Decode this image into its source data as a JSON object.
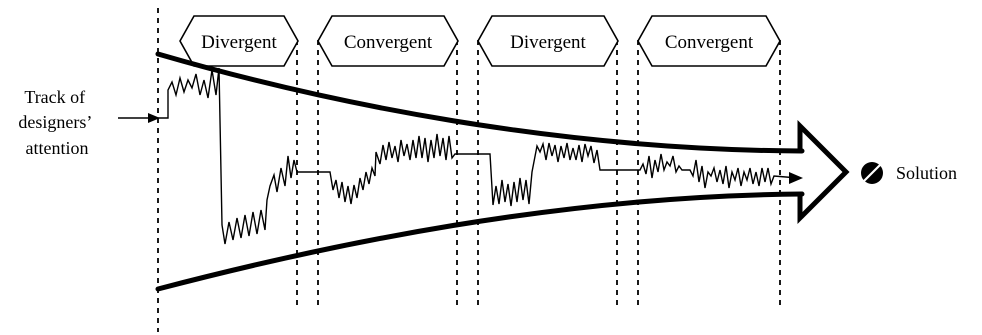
{
  "diagram": {
    "phases": [
      {
        "label": "Divergent"
      },
      {
        "label": "Convergent"
      },
      {
        "label": "Divergent"
      },
      {
        "label": "Convergent"
      }
    ],
    "input_label_lines": [
      "Track of",
      "designers’",
      "attention"
    ],
    "solution_label": "Solution"
  }
}
